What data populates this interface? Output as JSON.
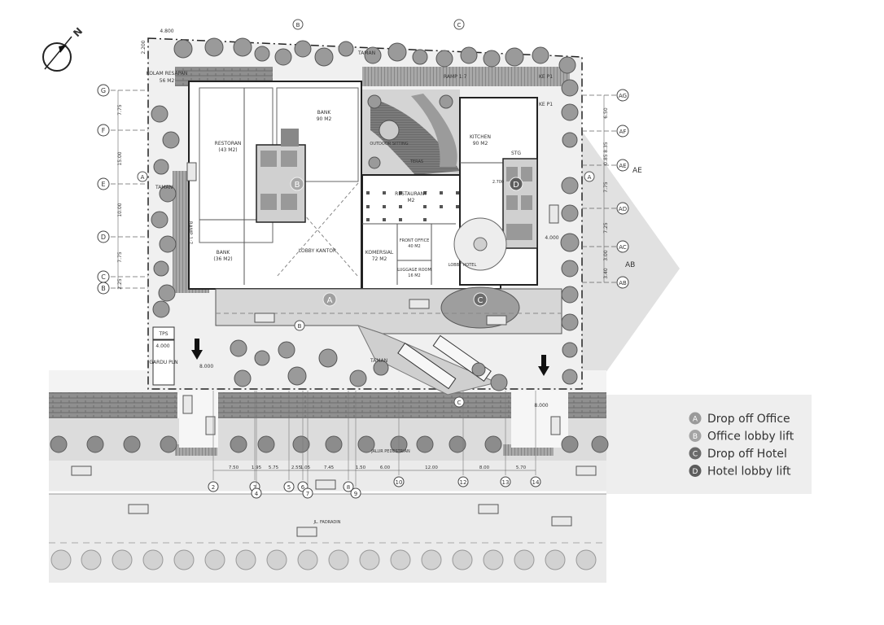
{
  "legend": [
    {
      "key": "A",
      "text": "Drop off Office",
      "color": "#9a9a9a"
    },
    {
      "key": "B",
      "text": "Office lobby lift",
      "color": "#a4a4a4"
    },
    {
      "key": "C",
      "text": "Drop off Hotel",
      "color": "#6a6a6a"
    },
    {
      "key": "D",
      "text": "Hotel lobby lift",
      "color": "#5c5c5c"
    }
  ],
  "markers": [
    "A",
    "B",
    "C",
    "D"
  ],
  "north": "N",
  "grid_rows_left": [
    "G",
    "F",
    "E",
    "D",
    "C",
    "B"
  ],
  "grid_rows_right": [
    "AG",
    "AF",
    "AE",
    "AD",
    "AC",
    "AB"
  ],
  "right_labels": [
    "AE",
    "AB"
  ],
  "section_marks": [
    "A",
    "B",
    "C"
  ],
  "grid_columns": [
    "2",
    "3",
    "4",
    "5",
    "6",
    "7",
    "8",
    "9",
    "10",
    "12",
    "13",
    "14"
  ],
  "dims_left": [
    "7.75",
    "15.00",
    "10.00",
    "7.75",
    "2.25"
  ],
  "dims_right": [
    "6.50",
    "8.35",
    "0.85",
    "7.75",
    "7.25",
    "3.00",
    "3.40"
  ],
  "dims_bottom": [
    "7.50",
    "1.95",
    "5.75",
    "2.55",
    "1.05",
    "7.45",
    "1.50",
    "6.00",
    "12.00",
    "8.00",
    "5.70"
  ],
  "dims_top": [
    "4.800",
    "2.200"
  ],
  "rooms": {
    "kolam": "KOLAM RESAPAN",
    "kolam_area": "56 M2",
    "taman": "TAMAN",
    "ramp": "RAMP 1:7",
    "ke_p1": "KE P1",
    "bank": "BANK",
    "bank_area": "90 M2",
    "restoran": "RESTORAN",
    "restoran_area": "(43 M2)",
    "outdoor": "OUTDOOR SITTING",
    "teras": "TERAS",
    "kitchen": "KITCHEN",
    "kitchen_area": "90 M2",
    "stg": "STG",
    "restaurant": "RESTAURANT",
    "restaurant_area": "M2",
    "bank_lower": "BANK",
    "bank_lower_area": "(36 M2)",
    "lobby_kantor": "LOBBY KANTOR",
    "komersial": "KOMERSIAL",
    "komersial_area": "72 M2",
    "front_office": "FRONT OFFICE",
    "front_office_area": "40 M2",
    "luggage": "LUGGAGE ROOM",
    "luggage_area": "16 M2",
    "lobby_hotel": "LOBBY HOTEL",
    "tps": "TPS",
    "gardu": "GARDU PLN",
    "jalur": "JALUR PEDESTRIAN",
    "jalan": "JL. FADRADIN",
    "dim_entry": "8.000",
    "dim_tps": "4.000",
    "dim_exit": "8.000",
    "dim_core": "4.000",
    "mini_dim": "2.700"
  }
}
